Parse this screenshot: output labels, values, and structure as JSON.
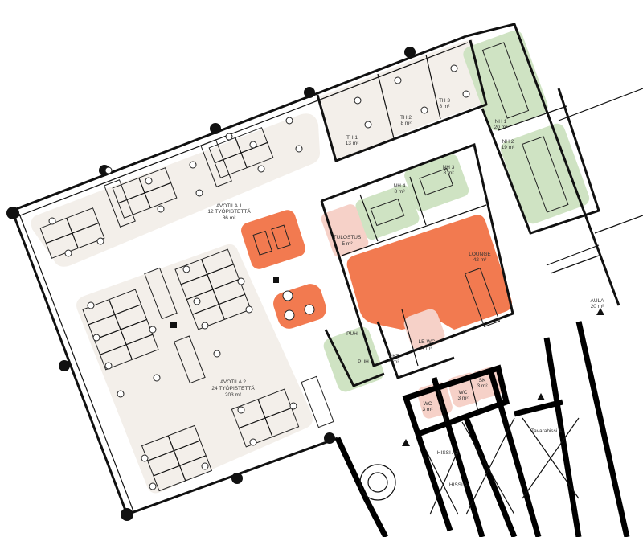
{
  "colors": {
    "open_office": "#f3efea",
    "meeting_green": "#cfe3c3",
    "lounge_orange": "#f27a50",
    "service_pink": "#f6d1c8",
    "wall": "#111111"
  },
  "rooms": {
    "avotila1": {
      "name": "AVOTILA 1",
      "seats": "12 TYÖPISTETTÄ",
      "area": "86 m²"
    },
    "avotila2": {
      "name": "AVOTILA 2",
      "seats": "24 TYÖPISTETTÄ",
      "area": "203 m²"
    },
    "th1": {
      "name": "TH 1",
      "area": "13 m²"
    },
    "th2": {
      "name": "TH 2",
      "area": "8 m²"
    },
    "th3": {
      "name": "TH 3",
      "area": "8 m²"
    },
    "nh1": {
      "name": "NH 1",
      "area": "20 m²"
    },
    "nh2": {
      "name": "NH 2",
      "area": "19 m²"
    },
    "nh3": {
      "name": "NH 3",
      "area": "8 m²"
    },
    "nh4": {
      "name": "NH 4",
      "area": "8 m²"
    },
    "tulostus": {
      "name": "TULOSTUS",
      "area": "5 m²"
    },
    "lounge": {
      "name": "LOUNGE",
      "area": "42 m²"
    },
    "puh1": {
      "name": "PUH"
    },
    "puh2": {
      "name": "PUH"
    },
    "rkt": {
      "name": "RKT",
      "area": "5 m²"
    },
    "le_wc": {
      "name": "LE-WC",
      "area": "4 m²"
    },
    "wc1": {
      "name": "WC",
      "area": "3 m²"
    },
    "wc2": {
      "name": "WC",
      "area": "3 m²"
    },
    "sk": {
      "name": "SK",
      "area": "3 m²"
    },
    "aula": {
      "name": "AULA",
      "area": "20 m²"
    },
    "hissi_a2": {
      "name": "HISSI A2"
    },
    "hissi_a1": {
      "name": "HISSI A1"
    },
    "tavarahissi": {
      "name": "Tavarahissi A"
    }
  }
}
